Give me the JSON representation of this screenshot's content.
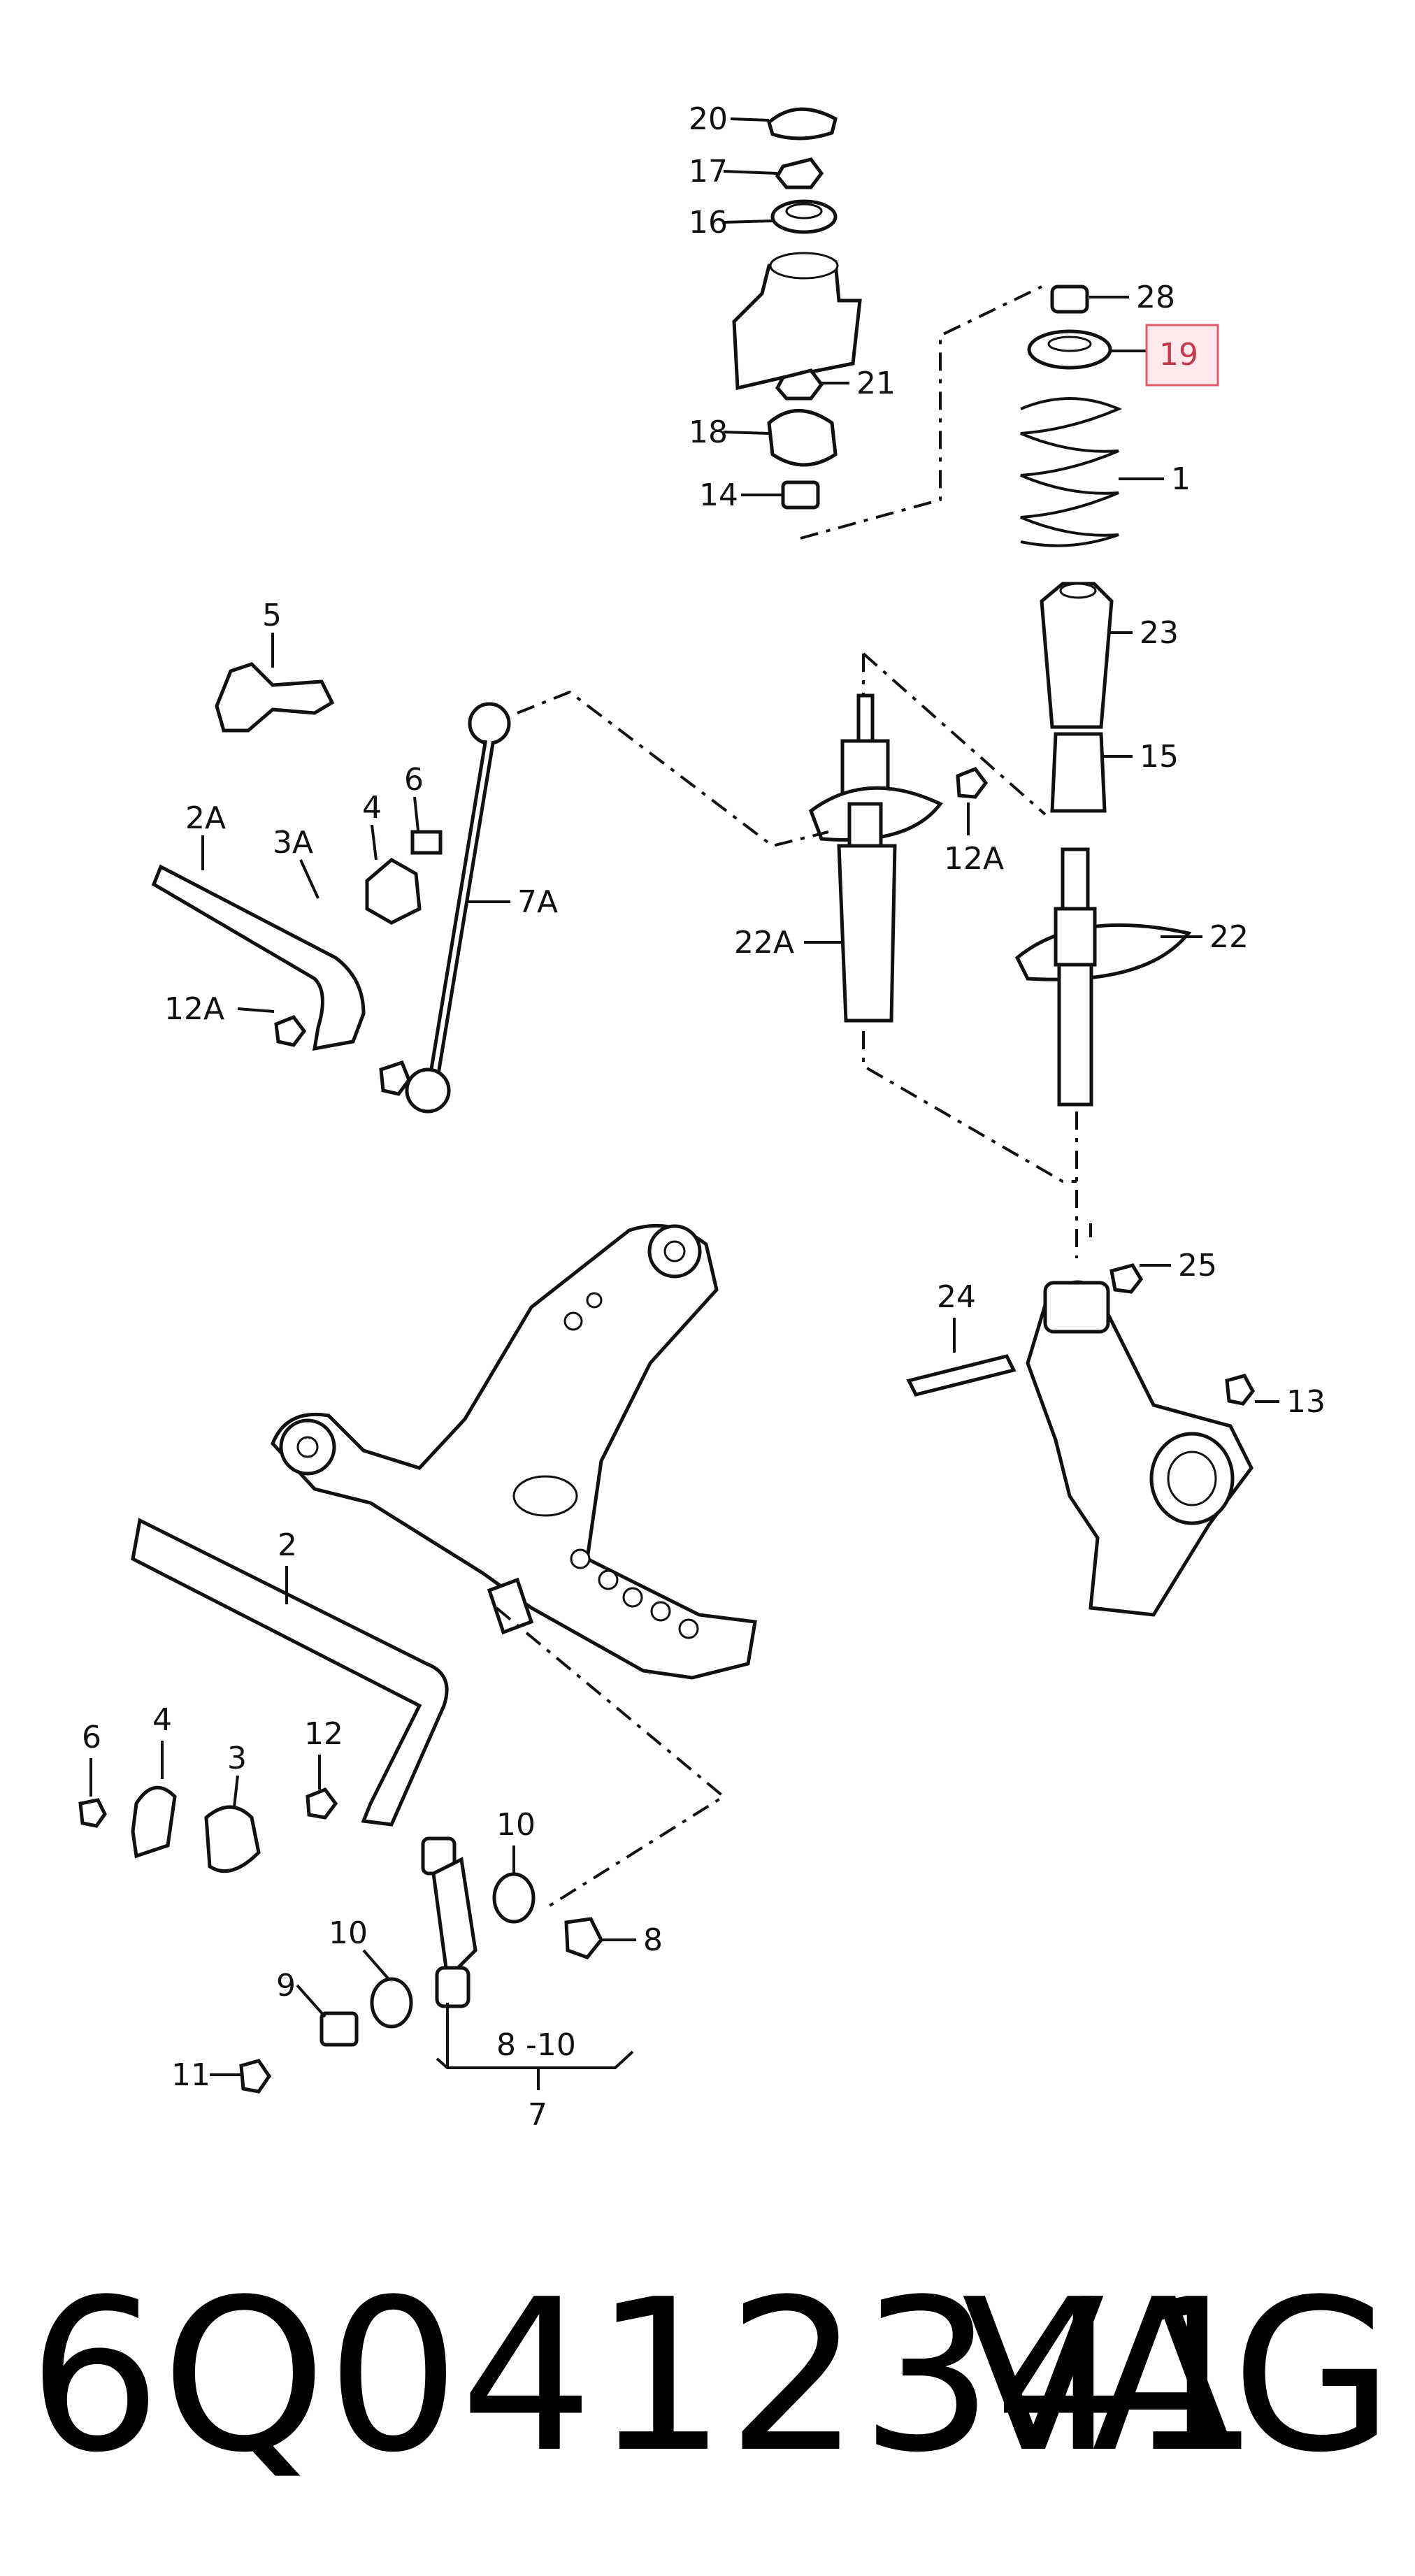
{
  "diagram": {
    "labels": [
      "20",
      "17",
      "16",
      "21",
      "18",
      "14",
      "28",
      "19",
      "1",
      "23",
      "15",
      "5",
      "6",
      "4",
      "3A",
      "2A",
      "12A",
      "7A",
      "22A",
      "12A",
      "22",
      "25",
      "24",
      "13",
      "2",
      "12",
      "6",
      "4",
      "3",
      "10",
      "8",
      "10",
      "9",
      "11",
      "8 -10",
      "7"
    ],
    "highlighted_label": "19",
    "highlight_color": "#e05a6a"
  },
  "footer": {
    "part_number": "6Q0412341",
    "brand": "VAG"
  }
}
